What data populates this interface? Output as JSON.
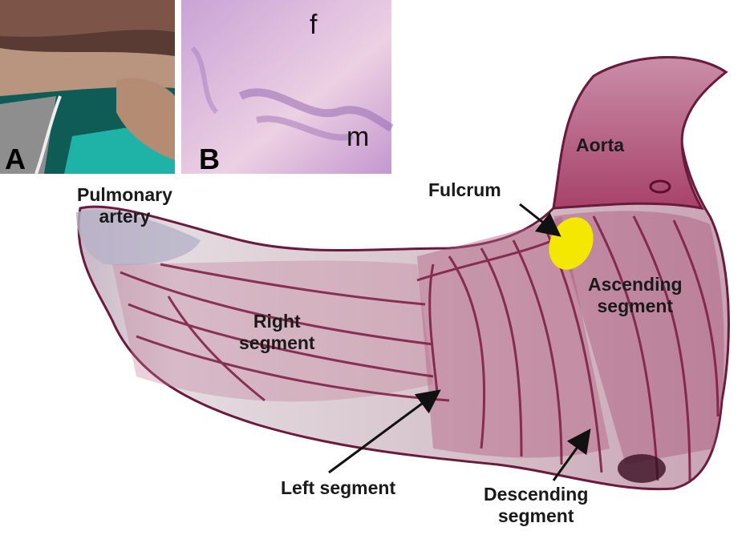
{
  "panels": {
    "a": {
      "letter": "A"
    },
    "b": {
      "letter": "B",
      "label_f": "f",
      "label_m": "m"
    }
  },
  "labels": {
    "pulmonary_line1": "Pulmonary",
    "pulmonary_line2": "artery",
    "aorta": "Aorta",
    "fulcrum": "Fulcrum",
    "ascending_line1": "Ascending",
    "ascending_line2": "segment",
    "right_line1": "Right",
    "right_line2": "segment",
    "left": "Left segment",
    "descending_line1": "Descending",
    "descending_line2": "segment"
  },
  "colors": {
    "tissue": "#b5607f",
    "stripe": "#7a1a40",
    "fulcrum_marker": "#f5e800"
  }
}
